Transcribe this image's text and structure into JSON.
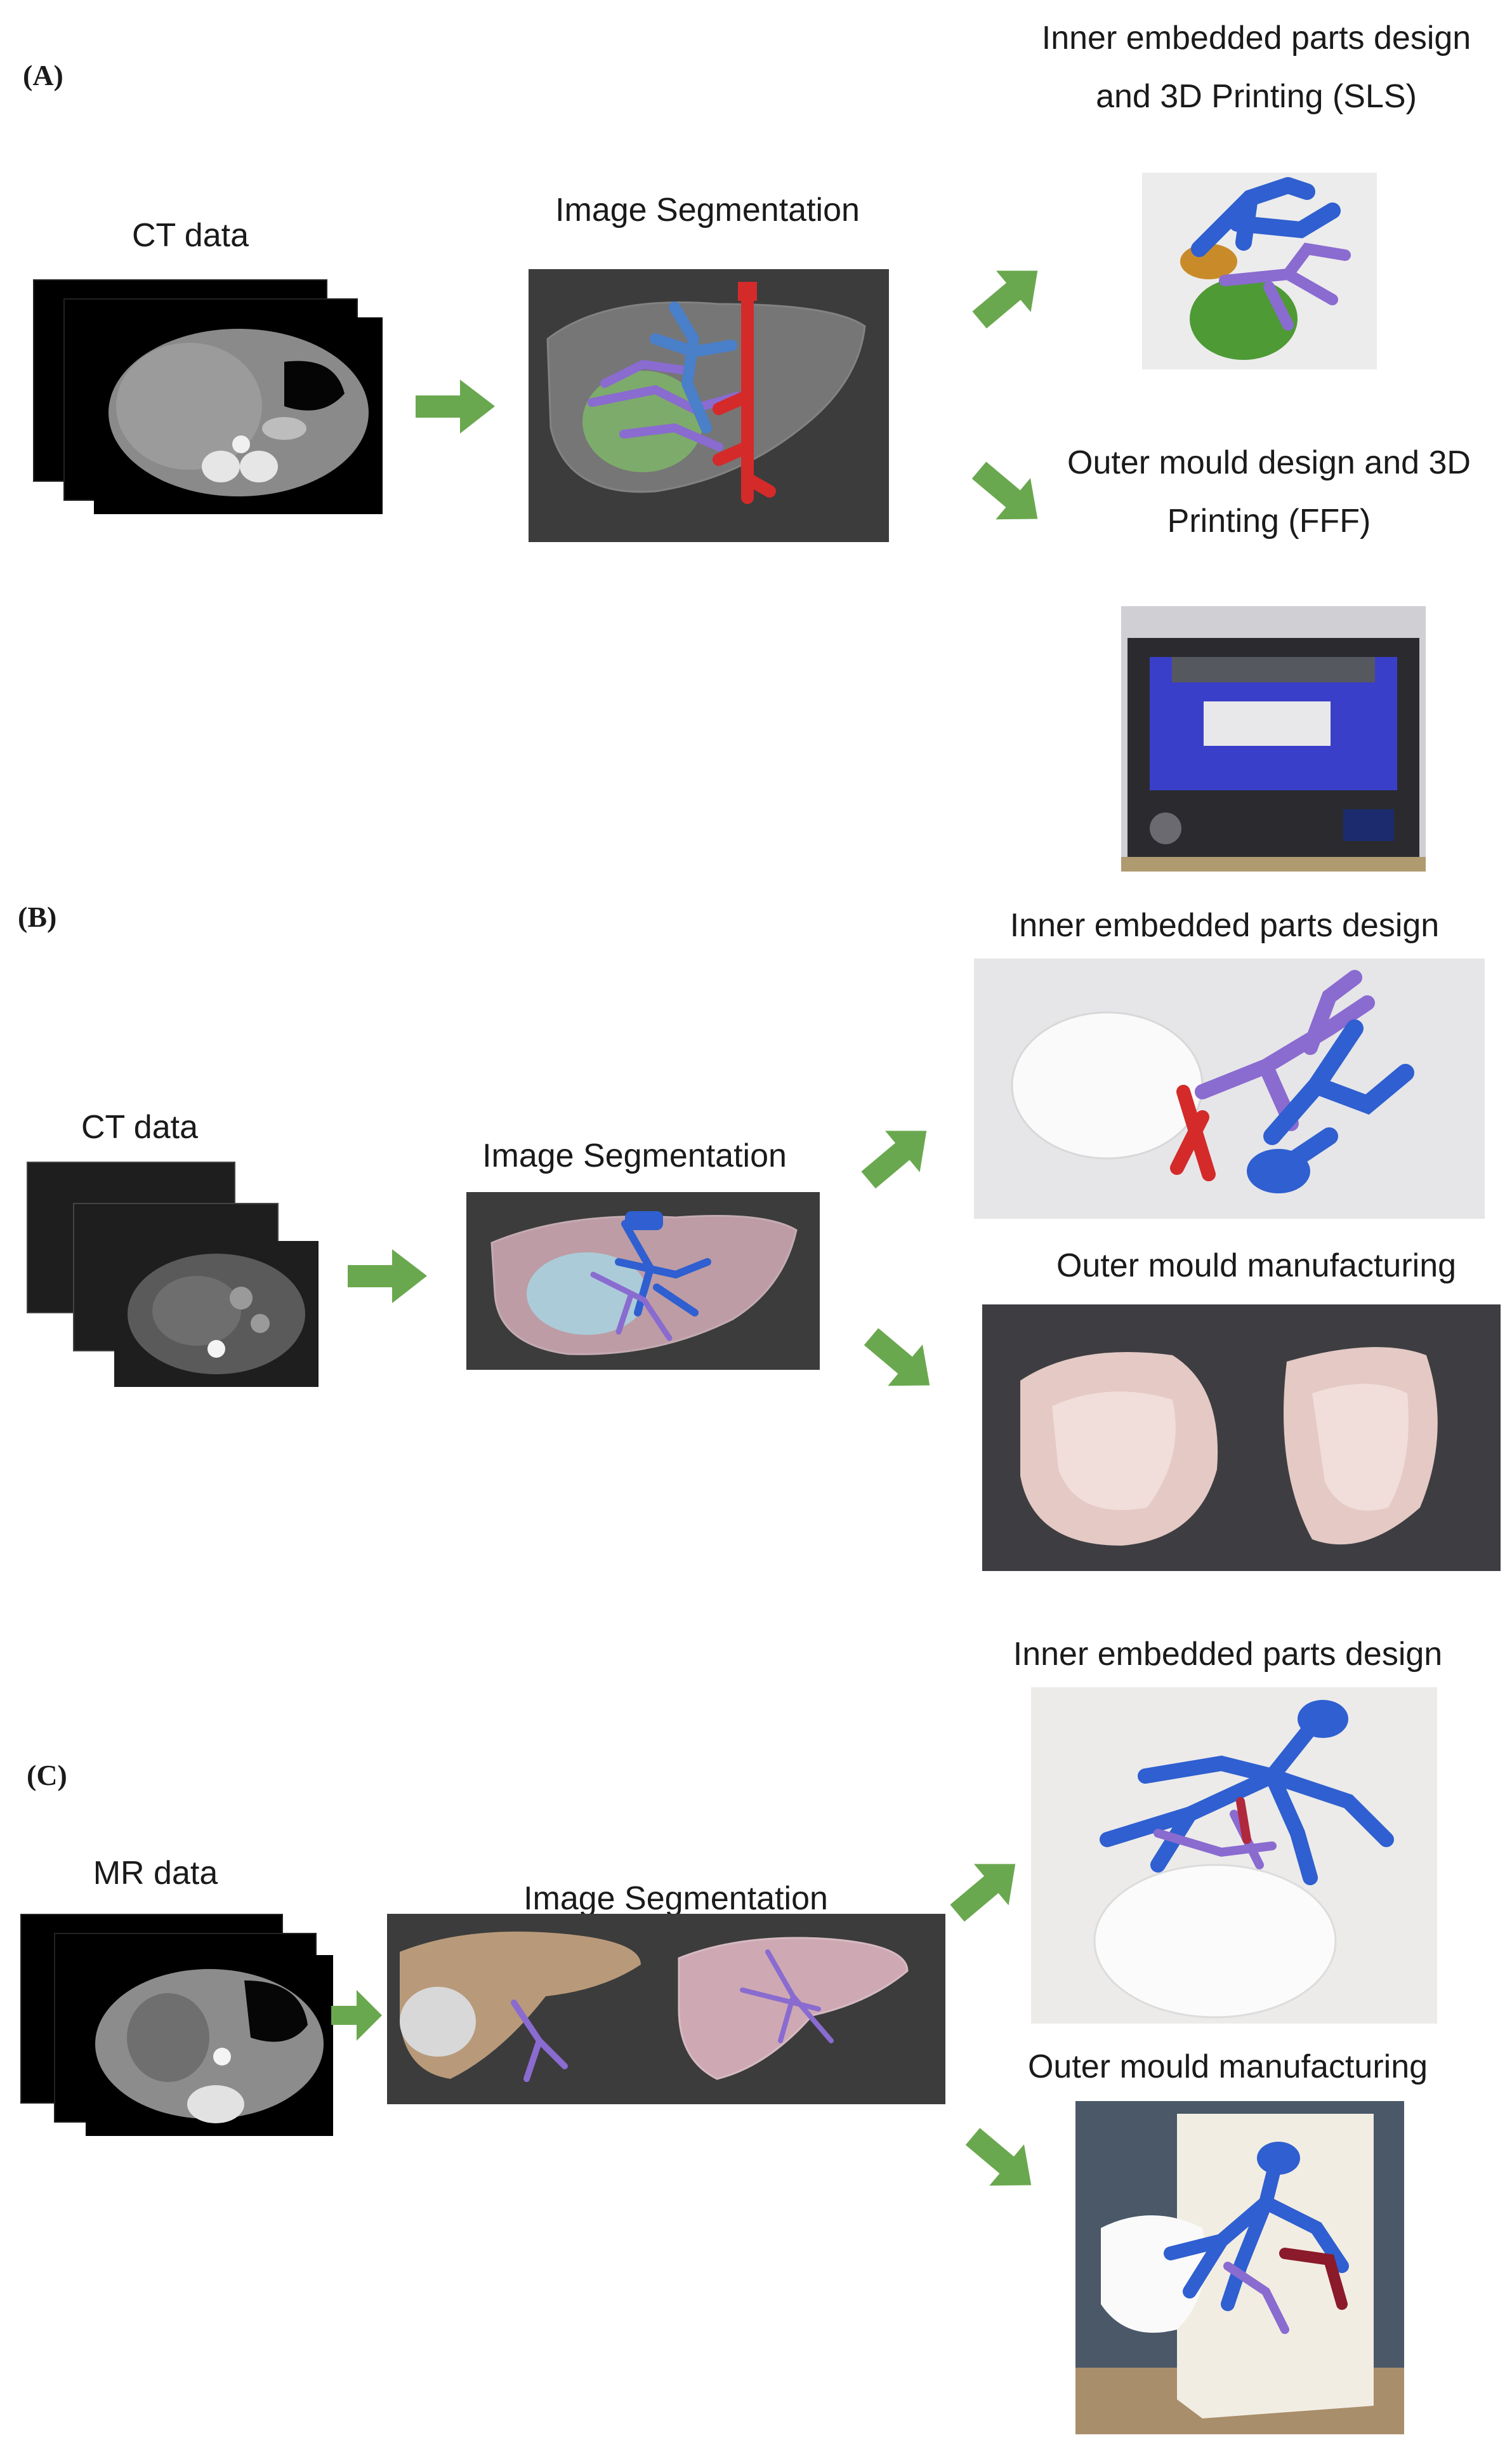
{
  "panels": {
    "a": {
      "label": "(A)",
      "data_caption": "CT data",
      "segmentation_caption": "Image Segmentation",
      "inner_caption_line1": "Inner embedded parts design",
      "inner_caption_line2": "and 3D Printing (SLS)",
      "outer_caption_line1": "Outer mould design and 3D",
      "outer_caption_line2": "Printing (FFF)"
    },
    "b": {
      "label": "(B)",
      "data_caption": "CT data",
      "segmentation_caption": "Image Segmentation",
      "inner_caption": "Inner embedded parts design",
      "outer_caption": "Outer mould manufacturing"
    },
    "c": {
      "label": "(C)",
      "data_caption": "MR data",
      "segmentation_caption": "Image Segmentation",
      "inner_caption": "Inner embedded parts design",
      "outer_caption": "Outer mould manufacturing"
    }
  },
  "colors": {
    "arrow": "#6aa84f",
    "portal_vein": "#2f5fd0",
    "hepatic_vein": "#8a6bd0",
    "artery": "#d42a2a",
    "liver_shell": "#cccccc",
    "tumour": "#7fb56a"
  }
}
